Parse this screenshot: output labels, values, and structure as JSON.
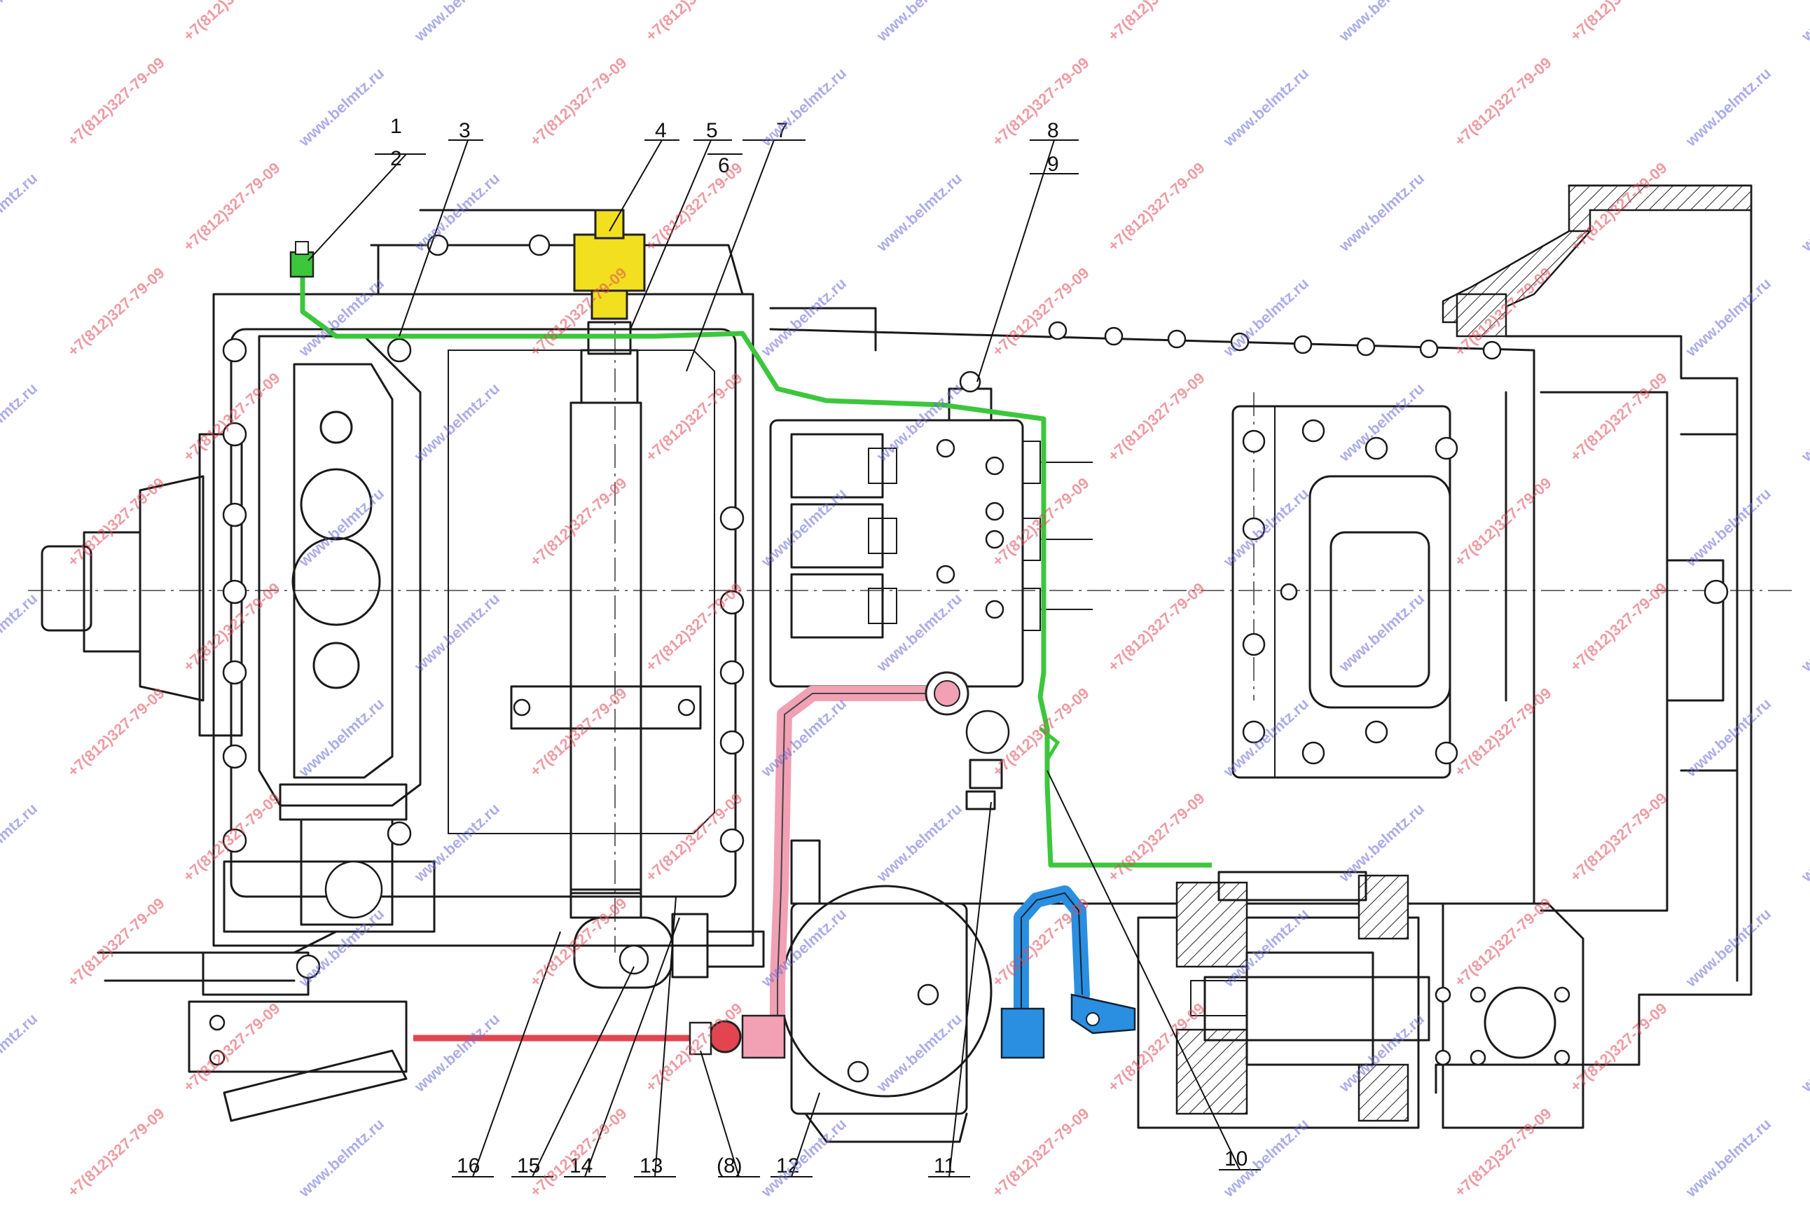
{
  "diagram": {
    "callouts": [
      {
        "id": "c1",
        "text": "1"
      },
      {
        "id": "c2",
        "text": "2"
      },
      {
        "id": "c3",
        "text": "3"
      },
      {
        "id": "c4",
        "text": "4"
      },
      {
        "id": "c5",
        "text": "5"
      },
      {
        "id": "c6",
        "text": "6"
      },
      {
        "id": "c7",
        "text": "7"
      },
      {
        "id": "c8",
        "text": "8"
      },
      {
        "id": "c9",
        "text": "9"
      },
      {
        "id": "c10",
        "text": "10"
      },
      {
        "id": "c11",
        "text": "11"
      },
      {
        "id": "c12",
        "text": "12"
      },
      {
        "id": "c13",
        "text": "13"
      },
      {
        "id": "c14",
        "text": "14"
      },
      {
        "id": "c15",
        "text": "15"
      },
      {
        "id": "c16",
        "text": "16"
      },
      {
        "id": "c8b",
        "text": "(8)"
      }
    ],
    "highlight_colors": {
      "green_line": "#3cc63c",
      "pink_pipe": "#f2a0b4",
      "red_line": "#e2454f",
      "blue_pipe": "#2a8fe0",
      "yellow_valve": "#f2e020"
    }
  },
  "watermarks": {
    "site": "www.belmtz.ru",
    "phone": "+7(812)327-79-09",
    "site_color": "#6a6ad8",
    "phone_color": "#e04a5a"
  }
}
